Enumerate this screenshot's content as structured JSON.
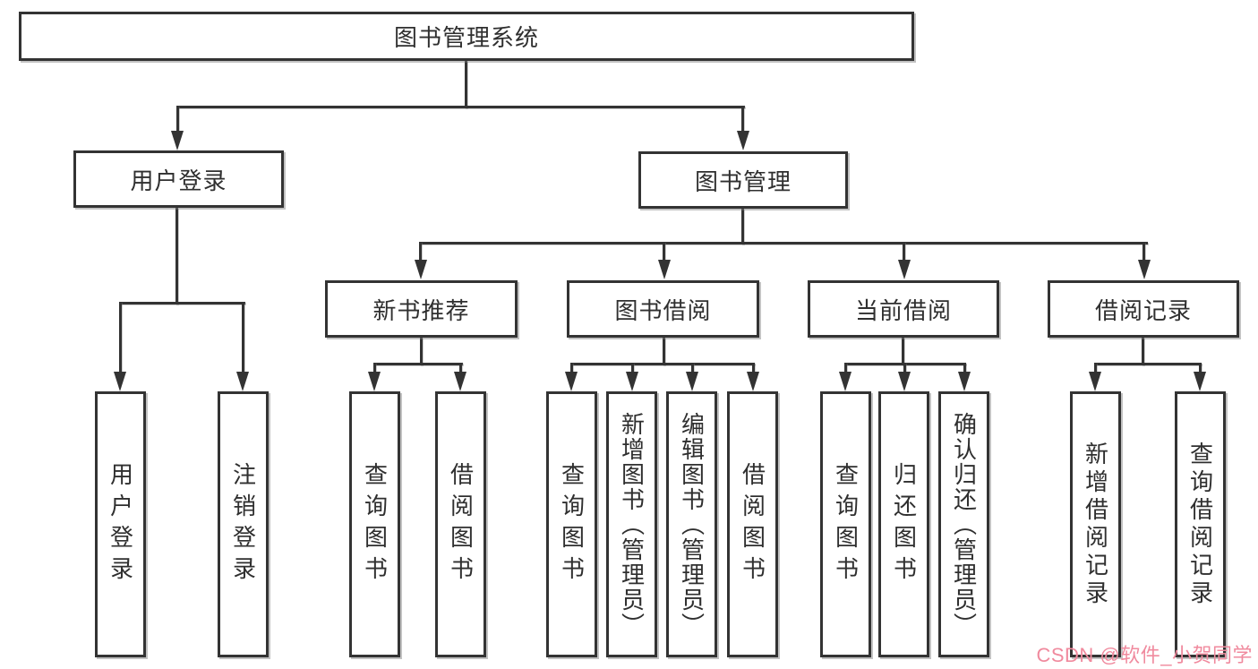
{
  "diagram": {
    "root": {
      "label": "图书管理系统"
    },
    "level2": [
      {
        "label": "用户登录"
      },
      {
        "label": "图书管理"
      }
    ],
    "level3": [
      {
        "label": "新书推荐"
      },
      {
        "label": "图书借阅"
      },
      {
        "label": "当前借阅"
      },
      {
        "label": "借阅记录"
      }
    ],
    "leaves": {
      "user_login": [
        {
          "label": "用户登录"
        },
        {
          "label": "注销登录"
        }
      ],
      "new_books": [
        {
          "label": "查询图书"
        },
        {
          "label": "借阅图书"
        }
      ],
      "book_borrow": [
        {
          "label": "查询图书"
        },
        {
          "label": "新增图书（管理员）"
        },
        {
          "label": "编辑图书（管理员）"
        },
        {
          "label": "借阅图书"
        }
      ],
      "current_borrow": [
        {
          "label": "查询图书"
        },
        {
          "label": "归还图书"
        },
        {
          "label": "确认归还（管理员）"
        }
      ],
      "borrow_records": [
        {
          "label": "新增借阅记录"
        },
        {
          "label": "查询借阅记录"
        }
      ]
    }
  },
  "watermark": {
    "text": "CSDN @软件_小贺同学",
    "color": "#f08a9e"
  },
  "colors": {
    "line": "#333333",
    "text": "#2f2f2f",
    "background": "#ffffff"
  }
}
